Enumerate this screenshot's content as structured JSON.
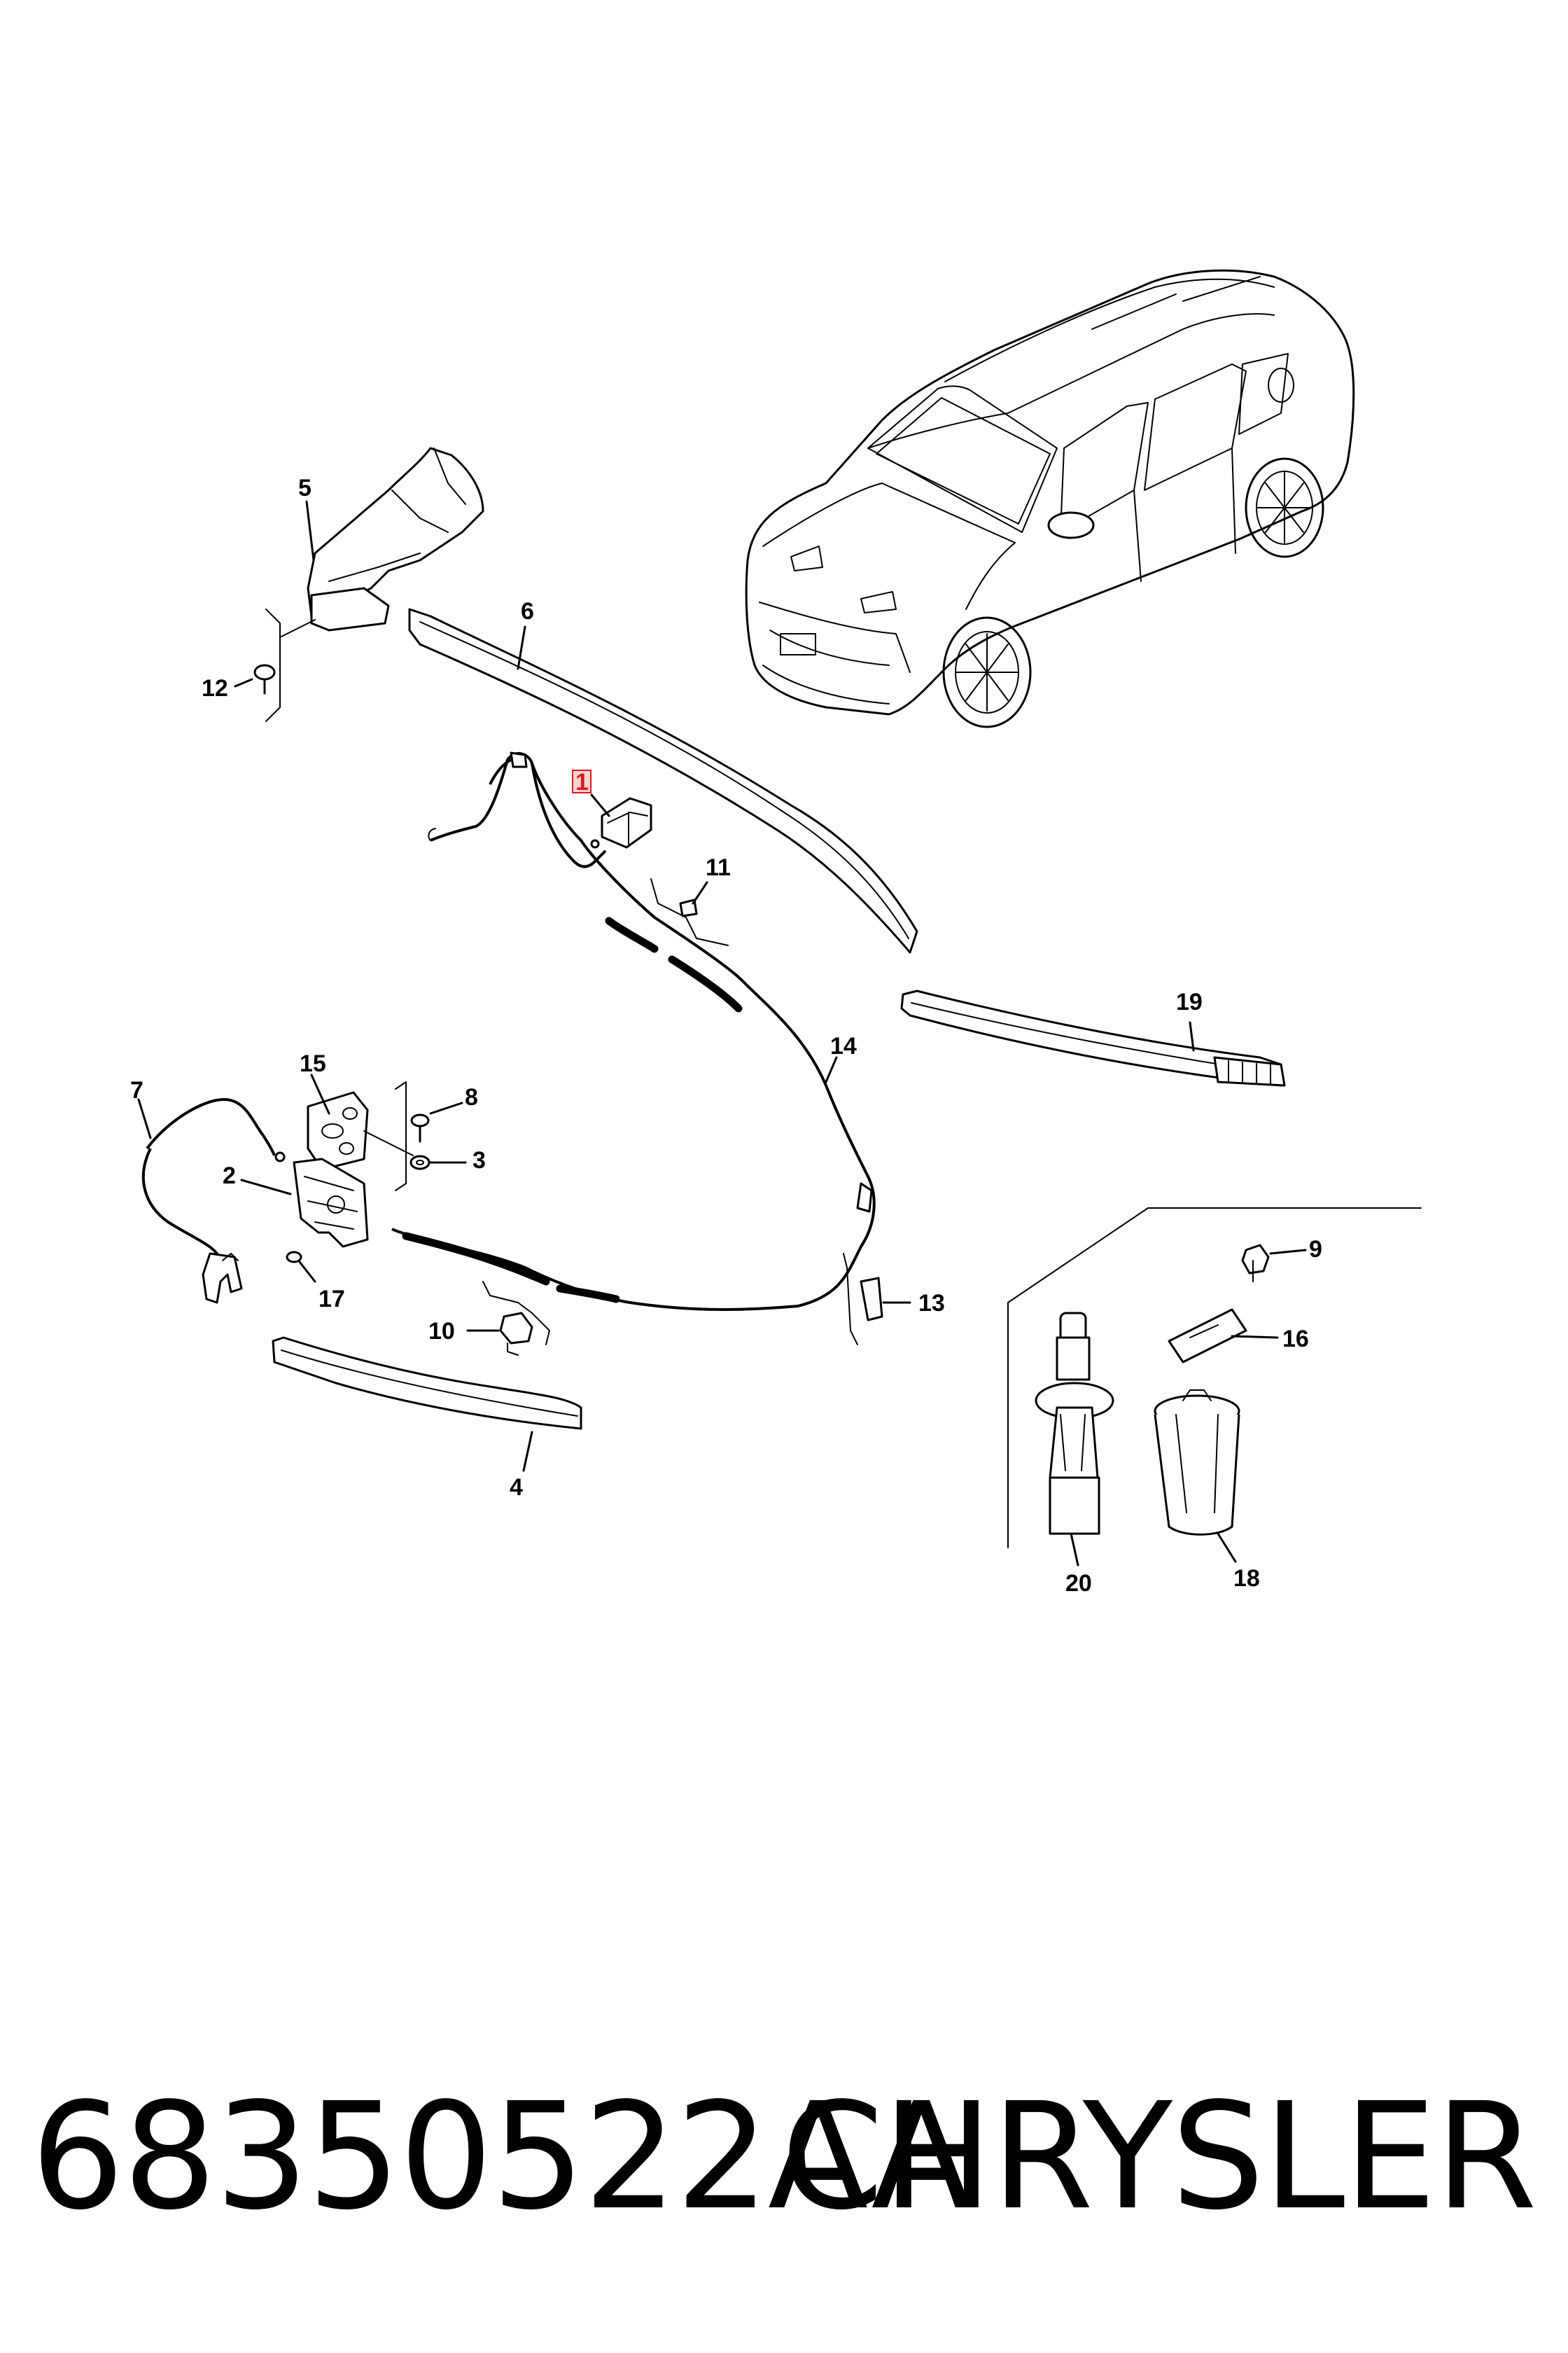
{
  "diagram": {
    "callouts": {
      "c1": "1",
      "c2": "2",
      "c3": "3",
      "c4": "4",
      "c5": "5",
      "c6": "6",
      "c7": "7",
      "c8": "8",
      "c9": "9",
      "c10": "10",
      "c11": "11",
      "c12": "12",
      "c13": "13",
      "c14": "14",
      "c15": "15",
      "c16": "16",
      "c17": "17",
      "c18": "18",
      "c19": "19",
      "c20": "20"
    },
    "highlight_color": "#e0161b"
  },
  "footer": {
    "part_number": "68350522AA",
    "brand": "CHRYSLER"
  }
}
